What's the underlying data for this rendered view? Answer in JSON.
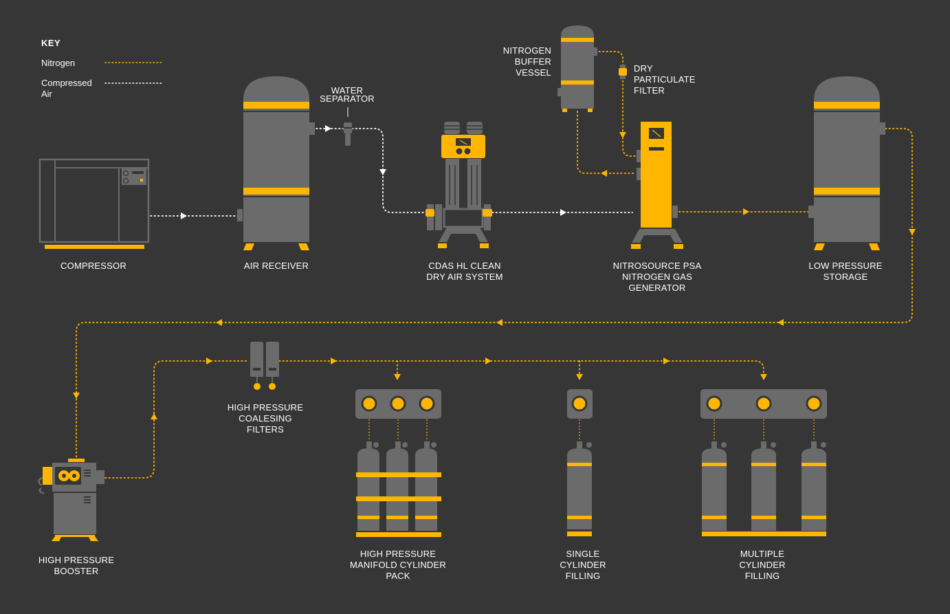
{
  "colors": {
    "background": "#363636",
    "equipment": "#6b6b6b",
    "accent": "#ffb600",
    "nitrogen_line": "#ffb600",
    "air_line": "#ffffff"
  },
  "key": {
    "title": "KEY",
    "items": [
      {
        "label_lines": [
          "Nitrogen"
        ],
        "line_color": "#ffb600"
      },
      {
        "label_lines": [
          "Compressed",
          "Air"
        ],
        "line_color": "#ffffff"
      }
    ]
  },
  "labels": {
    "compressor": [
      "COMPRESSOR"
    ],
    "air_receiver": [
      "AIR RECEIVER"
    ],
    "water_separator": [
      "WATER",
      "SEPARATOR"
    ],
    "cdas": [
      "CDAS HL CLEAN",
      "DRY AIR SYSTEM"
    ],
    "buffer_vessel": [
      "NITROGEN",
      "BUFFER",
      "VESSEL"
    ],
    "particulate_filter": [
      "DRY",
      "PARTICULATE",
      "FILTER"
    ],
    "generator": [
      "NITROSOURCE PSA",
      "NITROGEN GAS",
      "GENERATOR"
    ],
    "low_pressure_storage": [
      "LOW PRESSURE",
      "STORAGE"
    ],
    "booster": [
      "HIGH PRESSURE",
      "BOOSTER"
    ],
    "coalescing_filters": [
      "HIGH PRESSURE",
      "COALESING",
      "FILTERS"
    ],
    "manifold_pack": [
      "HIGH PRESSURE",
      "MANIFOLD CYLINDER",
      "PACK"
    ],
    "single_filling": [
      "SINGLE",
      "CYLINDER",
      "FILLING"
    ],
    "multiple_filling": [
      "MULTIPLE",
      "CYLINDER",
      "FILLING"
    ]
  }
}
